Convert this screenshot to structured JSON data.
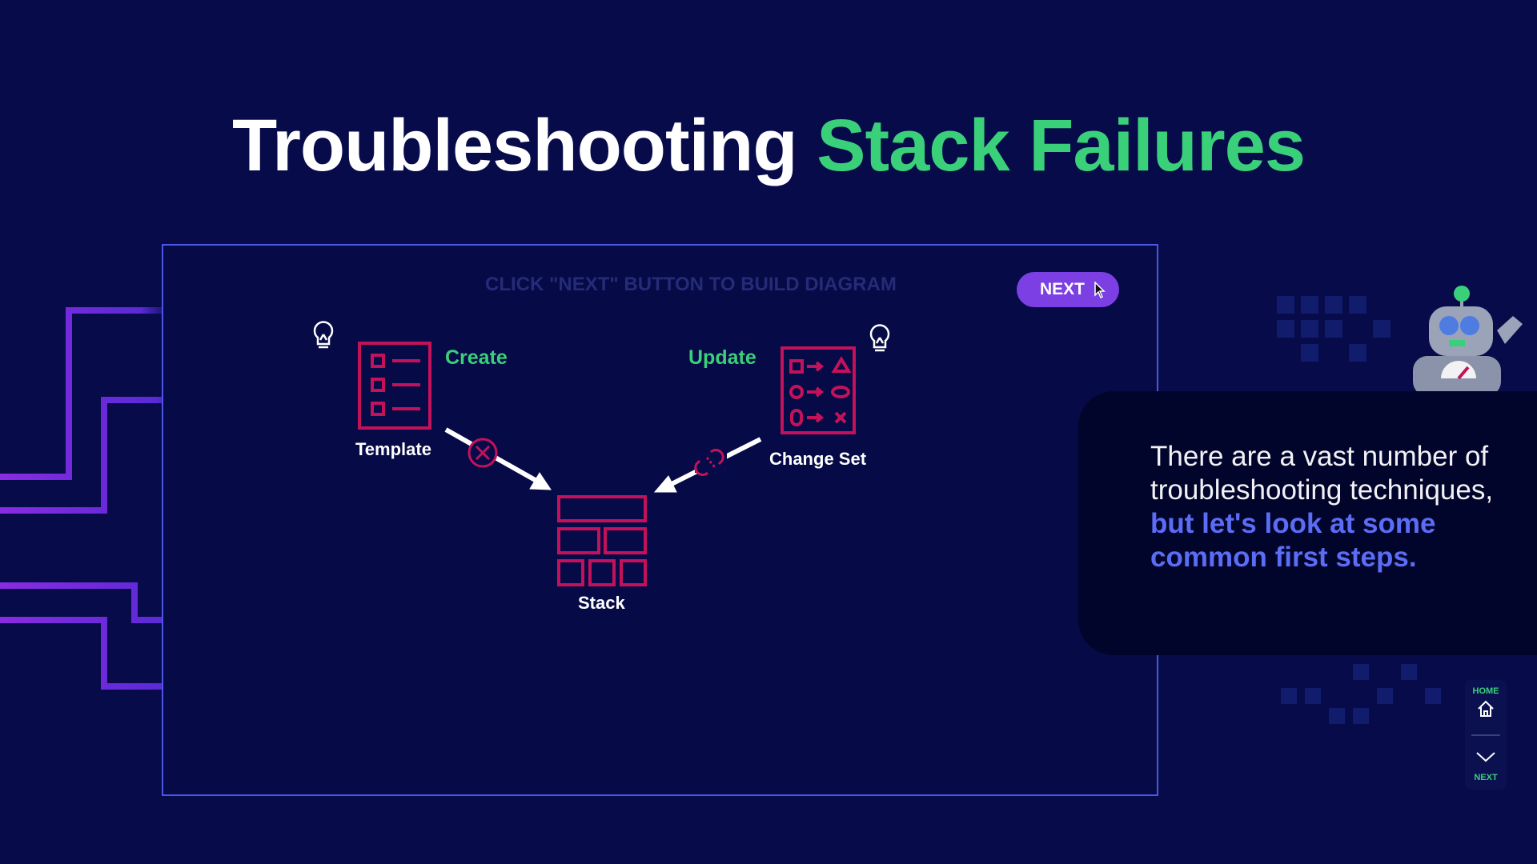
{
  "slide": {
    "title_main": "Troubleshooting",
    "title_accent": "Stack Failures"
  },
  "panel": {
    "hint": "CLICK \"NEXT\" BUTTON TO BUILD DIAGRAM",
    "next_label": "NEXT"
  },
  "diagram": {
    "template_label": "Template",
    "create_label": "Create",
    "update_label": "Update",
    "change_set_label": "Change Set",
    "stack_label": "Stack"
  },
  "bubble": {
    "text_plain": "There are a vast number of troubleshooting techniques,",
    "text_highlight": "but let's look at some common first steps."
  },
  "nav": {
    "home_label": "HOME",
    "next_label": "NEXT"
  },
  "colors": {
    "background": "#070b4a",
    "accent_green": "#3ad07a",
    "icon_pink": "#c4125a",
    "button_purple": "#7b3fe4",
    "highlight_blue": "#5b6cf5",
    "panel_border": "#4b55e6"
  }
}
